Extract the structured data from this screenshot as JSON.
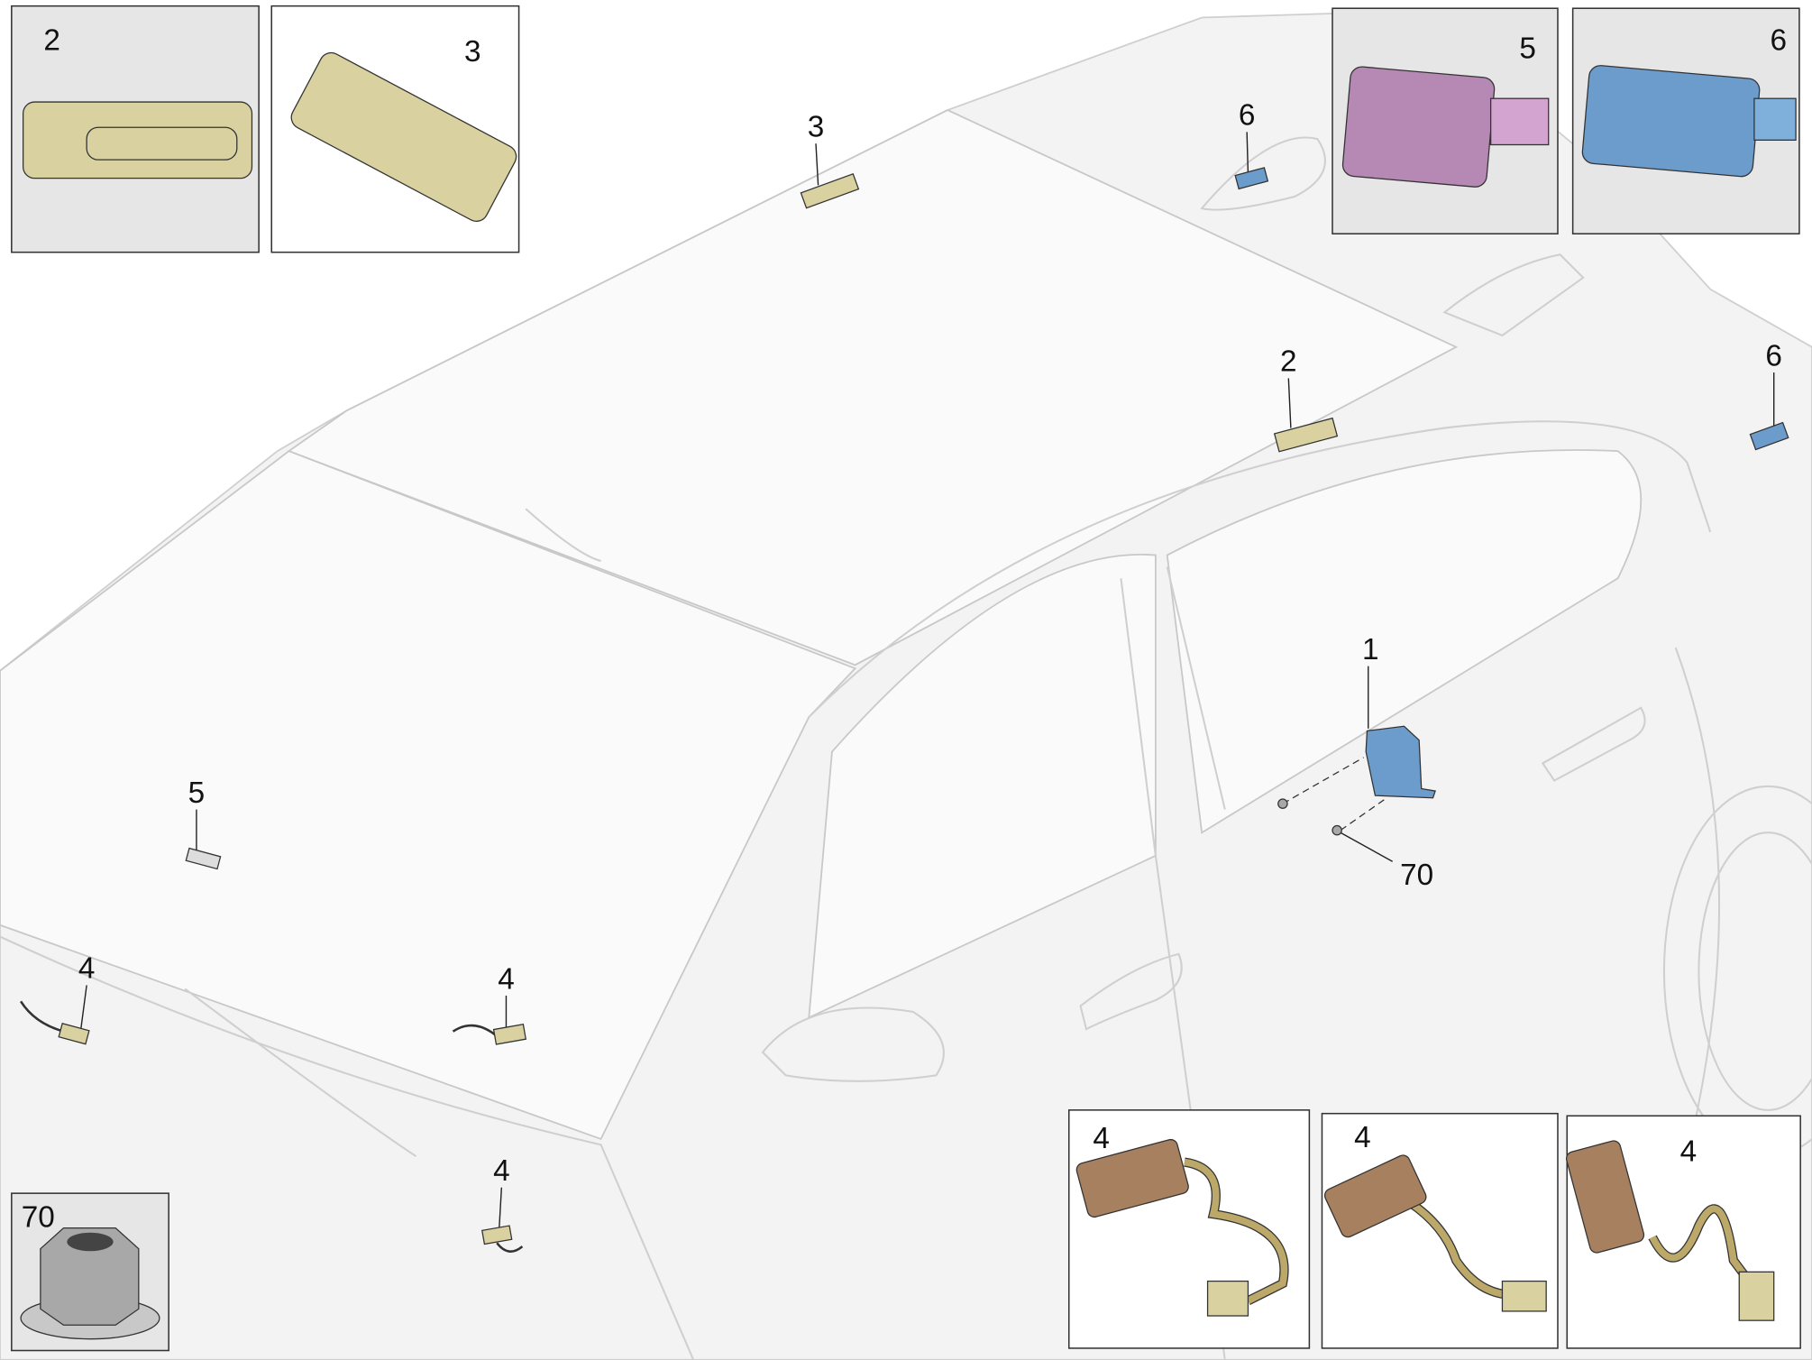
{
  "diagram": {
    "callouts": {
      "part_1": "1",
      "part_2": "2",
      "part_3": "3",
      "part_4_a": "4",
      "part_4_b": "4",
      "part_4_c": "4",
      "part_5": "5",
      "part_6_a": "6",
      "part_6_b": "6",
      "part_70": "70"
    },
    "insets": {
      "inset_2": "2",
      "inset_3": "3",
      "inset_5": "5",
      "inset_6": "6",
      "inset_70": "70",
      "inset_4_a": "4",
      "inset_4_b": "4",
      "inset_4_c": "4"
    },
    "colors": {
      "part_beige": "#d9d2a0",
      "part_blue": "#6c9ccc",
      "part_pink": "#b688b4",
      "part_brown": "#a7805f"
    }
  }
}
